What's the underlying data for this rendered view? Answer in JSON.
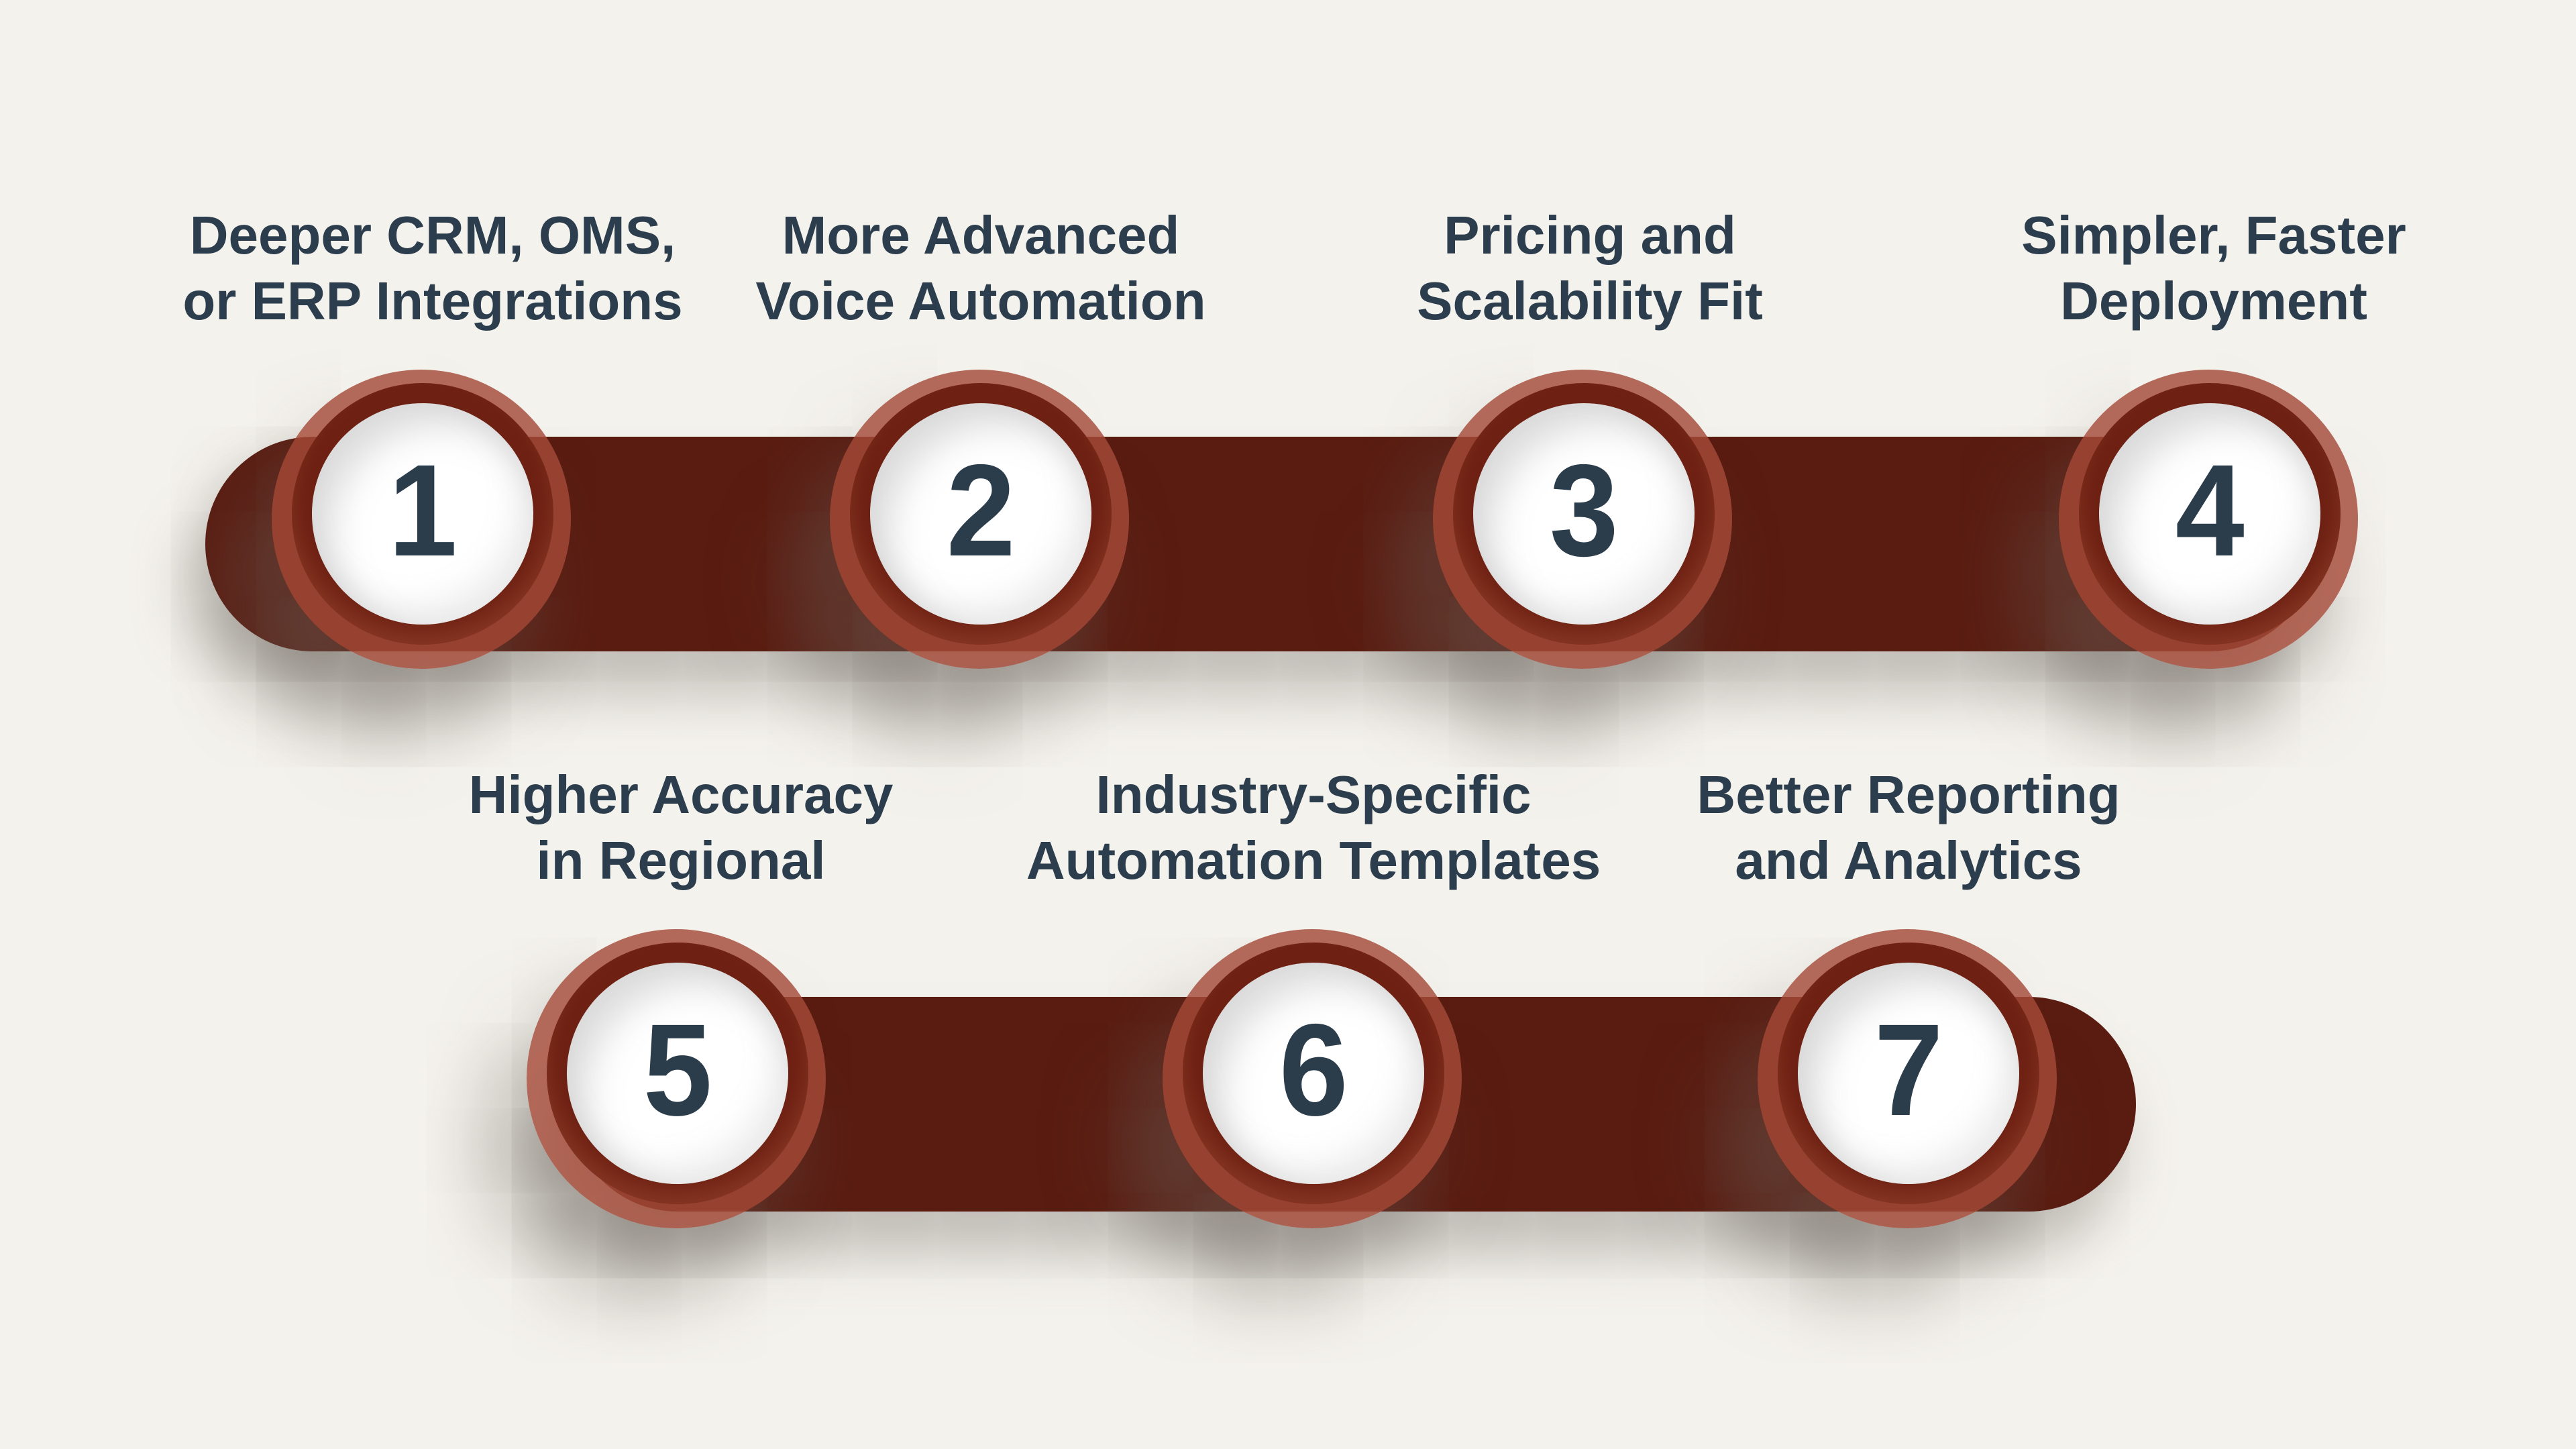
{
  "colors": {
    "background": "#f4f2ed",
    "bar": "#5a1c11",
    "ring_dark": "#6e2113",
    "ring_translucent": "rgba(165,74,56,0.82)",
    "circle_fill": "#ffffff",
    "number_text": "#2b3c4b",
    "label_text": "#2c3e4d"
  },
  "steps": [
    {
      "number": "1",
      "label_line1": "Deeper CRM, OMS,",
      "label_line2": "or ERP Integrations"
    },
    {
      "number": "2",
      "label_line1": "More Advanced",
      "label_line2": "Voice Automation"
    },
    {
      "number": "3",
      "label_line1": "Pricing and",
      "label_line2": "Scalability Fit"
    },
    {
      "number": "4",
      "label_line1": "Simpler, Faster",
      "label_line2": "Deployment"
    },
    {
      "number": "5",
      "label_line1": "Higher Accuracy",
      "label_line2": "in Regional"
    },
    {
      "number": "6",
      "label_line1": "Industry-Specific",
      "label_line2": "Automation Templates"
    },
    {
      "number": "7",
      "label_line1": "Better Reporting",
      "label_line2": "and Analytics"
    }
  ]
}
